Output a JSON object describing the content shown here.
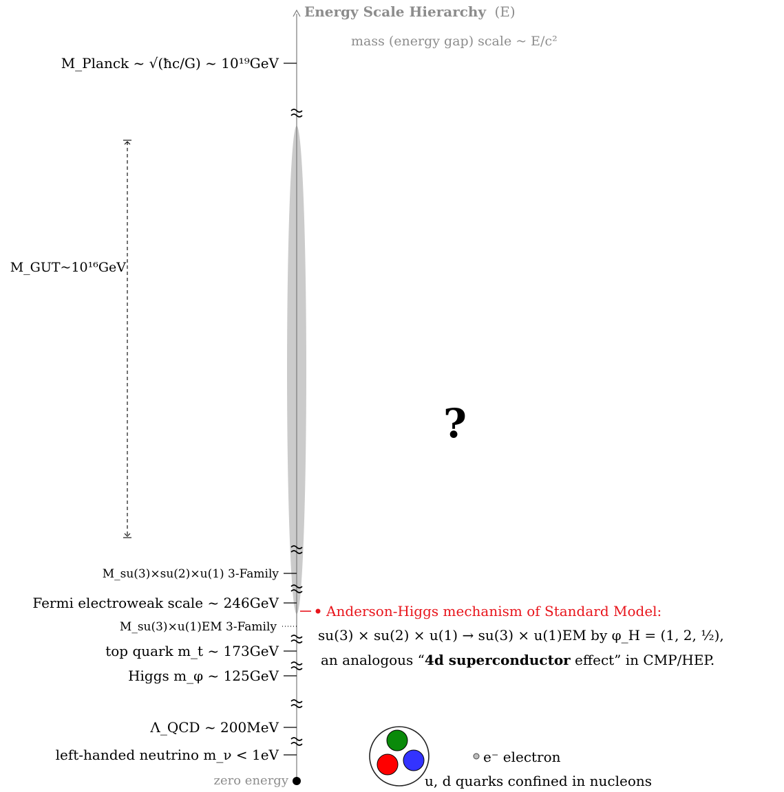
{
  "title": {
    "main": "Energy Scale Hierarchy",
    "var": "(E)"
  },
  "subtitle": "mass (energy gap) scale ~ E/c²",
  "question_mark": "?",
  "scales": {
    "planck": "M_Planck ~ √(ħc/G) ~ 10¹⁹GeV",
    "gut": "M_GUT~10¹⁶GeV",
    "sm3family": "M_su(3)×su(2)×u(1) 3-Family",
    "fermi": "Fermi electroweak scale ~ 246GeV",
    "em3family": "M_su(3)×u(1)EM 3-Family",
    "top": "top quark m_t ~ 173GeV",
    "higgs": "Higgs m_φ ~ 125GeV",
    "qcd": "Λ_QCD ~ 200MeV",
    "neutrino": "left-handed neutrino m_ν < 1eV",
    "zero": "zero energy"
  },
  "anderson_higgs": {
    "line1": "Anderson-Higgs mechanism of Standard Model:",
    "line2": "su(3) × su(2) × u(1) → su(3) × u(1)EM by φ_H = (1, 2, ½),",
    "line3_a": "an analogous “",
    "line3_b": "4d superconductor",
    "line3_c": " effect” in CMP/HEP."
  },
  "legend": {
    "electron": "e⁻ electron",
    "quarks": "u, d quarks confined in nucleons"
  },
  "colors": {
    "axis": "#7a7a7a",
    "ellipse": "#cbcbcb",
    "gray_text": "#8c8c8c",
    "red": "#e8141b",
    "quark_green": "#0a8a0a",
    "quark_red": "#ff0000",
    "quark_blue": "#3333ff"
  }
}
